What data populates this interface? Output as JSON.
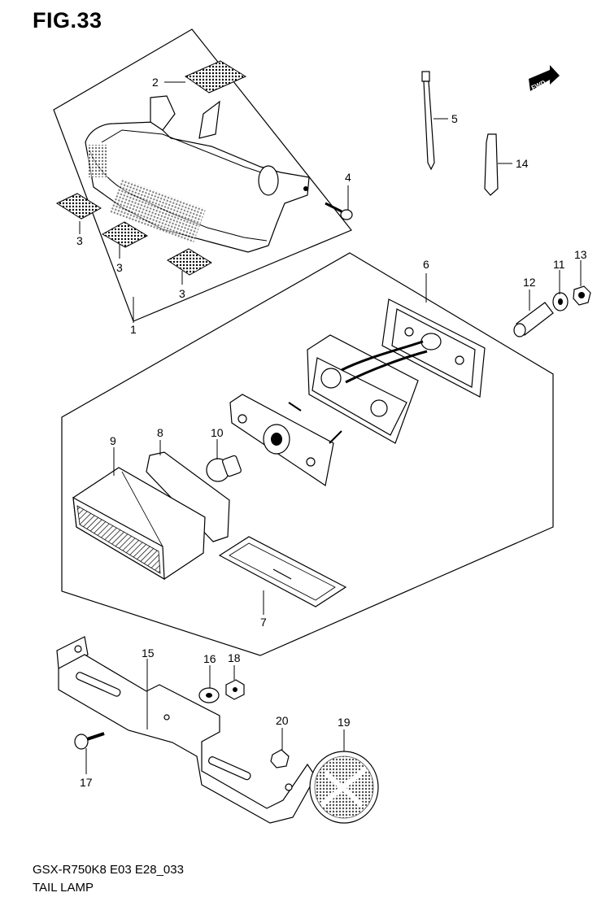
{
  "figure": {
    "title": "FIG.33",
    "model_code": "GSX-R750K8 E03 E28_033",
    "section_name": "TAIL LAMP",
    "direction_badge": "FWD"
  },
  "callouts": [
    {
      "id": "c1",
      "num": "1"
    },
    {
      "id": "c2",
      "num": "2"
    },
    {
      "id": "c3a",
      "num": "3"
    },
    {
      "id": "c3b",
      "num": "3"
    },
    {
      "id": "c3c",
      "num": "3"
    },
    {
      "id": "c4",
      "num": "4"
    },
    {
      "id": "c5",
      "num": "5"
    },
    {
      "id": "c6",
      "num": "6"
    },
    {
      "id": "c7",
      "num": "7"
    },
    {
      "id": "c8",
      "num": "8"
    },
    {
      "id": "c9",
      "num": "9"
    },
    {
      "id": "c10",
      "num": "10"
    },
    {
      "id": "c11",
      "num": "11"
    },
    {
      "id": "c12",
      "num": "12"
    },
    {
      "id": "c13",
      "num": "13"
    },
    {
      "id": "c14",
      "num": "14"
    },
    {
      "id": "c15",
      "num": "15"
    },
    {
      "id": "c16",
      "num": "16"
    },
    {
      "id": "c17",
      "num": "17"
    },
    {
      "id": "c18",
      "num": "18"
    },
    {
      "id": "c19",
      "num": "19"
    },
    {
      "id": "c20",
      "num": "20"
    }
  ]
}
